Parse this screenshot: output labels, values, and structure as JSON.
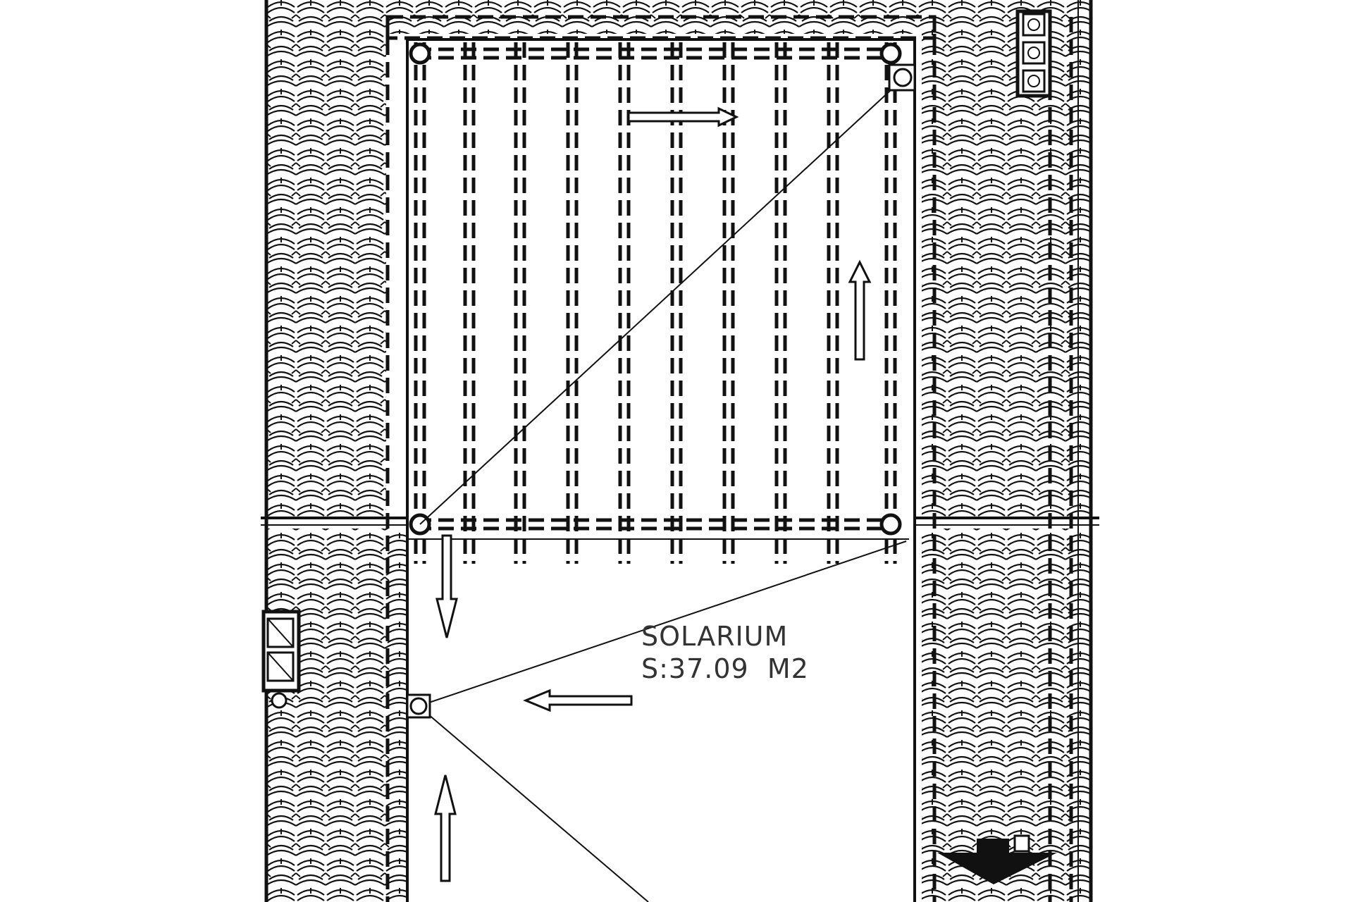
{
  "room": {
    "name": "SOLARIUM",
    "area_text": "S:37.09",
    "unit": "M2"
  },
  "colors": {
    "line": "#111111",
    "text": "#333333",
    "background": "#ffffff",
    "watermark": "#d9d9d9"
  },
  "icons": {
    "slope_arrow": "open-arrow-icon",
    "drain": "drain-circle-icon",
    "roof_tiles": "roof-tile-pattern",
    "direction_marker": "solid-arrow-down-icon"
  }
}
